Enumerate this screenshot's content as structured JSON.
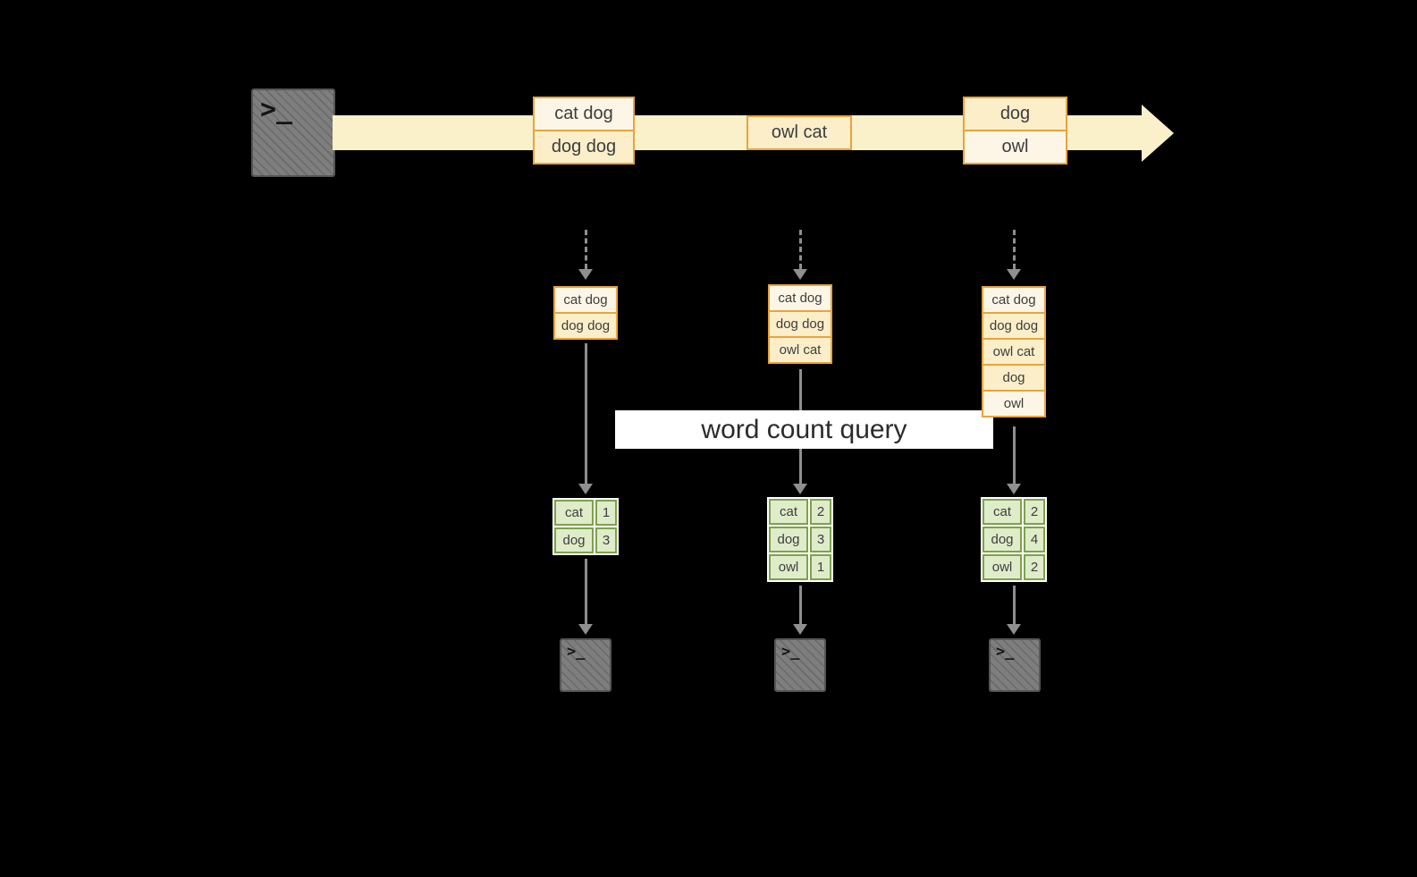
{
  "palette": {
    "background": "#000000",
    "stream_band": "#faf0ca",
    "record_border": "#e9a43b",
    "record_fill_light": "#fdf6e7",
    "record_fill_dark": "#fbeec9",
    "table_border": "#7da24b",
    "table_fill": "#dfecca",
    "table_gap": "#ffffff",
    "arrow": "#8f8f8f",
    "query_band": "#ffffff",
    "text": "#3d3d3d",
    "terminal_fill": "#7e7e7e"
  },
  "icons": {
    "source": "terminal-icon",
    "sink": "terminal-icon"
  },
  "terminal": {
    "prompt": ">_"
  },
  "stream": {
    "batches": [
      {
        "records": [
          "cat dog",
          "dog dog"
        ]
      },
      {
        "records": [
          "owl cat"
        ]
      },
      {
        "records": [
          "dog",
          "owl"
        ]
      }
    ]
  },
  "query": {
    "label": "word count query"
  },
  "columns": [
    {
      "input": [
        "cat dog",
        "dog dog"
      ],
      "counts": [
        {
          "word": "cat",
          "count": "1"
        },
        {
          "word": "dog",
          "count": "3"
        }
      ]
    },
    {
      "input": [
        "cat dog",
        "dog dog",
        "owl cat"
      ],
      "counts": [
        {
          "word": "cat",
          "count": "2"
        },
        {
          "word": "dog",
          "count": "3"
        },
        {
          "word": "owl",
          "count": "1"
        }
      ]
    },
    {
      "input": [
        "cat dog",
        "dog dog",
        "owl cat",
        "dog",
        "owl"
      ],
      "counts": [
        {
          "word": "cat",
          "count": "2"
        },
        {
          "word": "dog",
          "count": "4"
        },
        {
          "word": "owl",
          "count": "2"
        }
      ]
    }
  ]
}
